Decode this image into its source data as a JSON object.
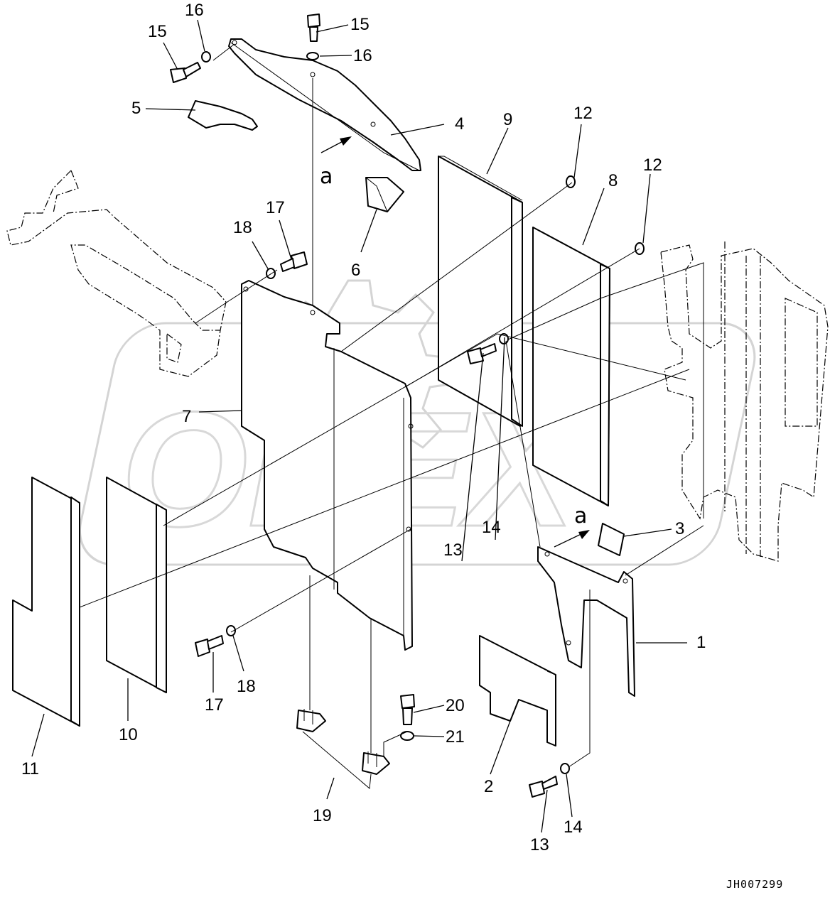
{
  "watermark": {
    "text": "OPEX"
  },
  "drawing_number": "JH007299",
  "view_marker": "a",
  "callouts": {
    "c1": "1",
    "c2": "2",
    "c3": "3",
    "c4": "4",
    "c5": "5",
    "c6": "6",
    "c7": "7",
    "c8": "8",
    "c9": "9",
    "c10": "10",
    "c11": "11",
    "c12a": "12",
    "c12b": "12",
    "c13a": "13",
    "c13b": "13",
    "c14a": "14",
    "c14b": "14",
    "c15a": "15",
    "c15b": "15",
    "c16a": "16",
    "c16b": "16",
    "c17a": "17",
    "c17b": "17",
    "c18a": "18",
    "c18b": "18",
    "c19": "19",
    "c20": "20",
    "c21": "21"
  }
}
